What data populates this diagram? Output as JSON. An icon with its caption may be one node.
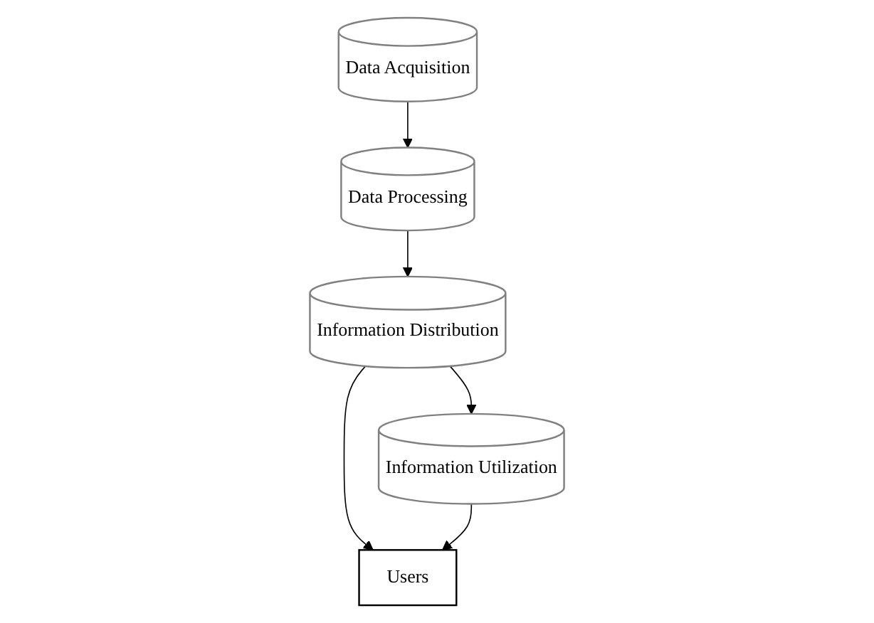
{
  "diagram": {
    "nodes": [
      {
        "text": [
          "Data Acquisition"
        ]
      },
      {
        "text": [
          "Data Processing"
        ]
      },
      {
        "text": [
          "Information Distribution"
        ]
      },
      {
        "text": [
          "Information Utilization"
        ]
      },
      {
        "text": [
          "Users"
        ]
      }
    ],
    "edges": [
      {
        "from": 0,
        "to": 1,
        "arrow": "to"
      },
      {
        "from": 1,
        "to": 2,
        "arrow": "to"
      },
      {
        "from": 2,
        "to": 3,
        "arrow": "to"
      },
      {
        "from": 2,
        "to": 4,
        "arrow": "to"
      },
      {
        "from": 3,
        "to": 4,
        "arrow": "to"
      }
    ]
  }
}
